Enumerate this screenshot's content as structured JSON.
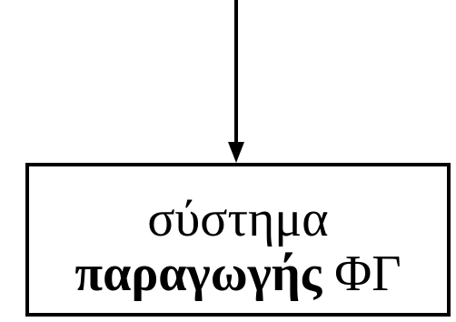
{
  "box": {
    "line1": "σύστημα",
    "line2_bold": "παραγωγής",
    "line2_rest": "ΦΓ"
  },
  "colors": {
    "stroke": "#000000",
    "background": "#ffffff"
  }
}
